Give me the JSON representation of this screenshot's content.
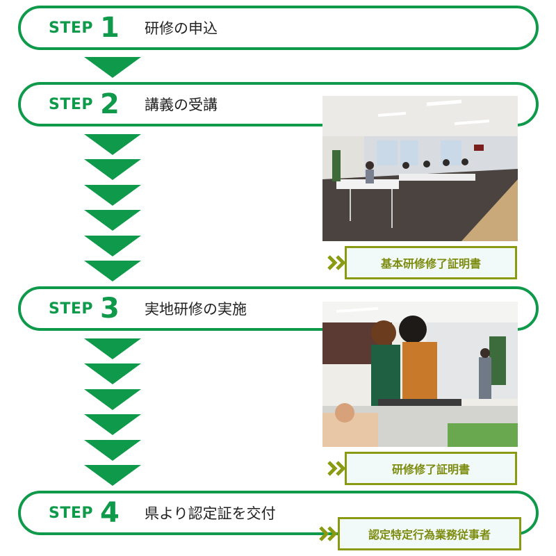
{
  "steps": [
    {
      "word": "STEP",
      "num": "1",
      "title": "研修の申込"
    },
    {
      "word": "STEP",
      "num": "2",
      "title": "講義の受講"
    },
    {
      "word": "STEP",
      "num": "3",
      "title": "実地研修の実施"
    },
    {
      "word": "STEP",
      "num": "4",
      "title": "県より認定証を交付"
    }
  ],
  "certificates": {
    "basic": "基本研修修了証明書",
    "training": "研修修了証明書",
    "final": "認定特定行為業務従事者"
  },
  "colors": {
    "green": "#0e9a4a",
    "olive": "#8a9a12",
    "badge_bg": "#f2f9f9"
  },
  "photos": [
    {
      "icon": "classroom-photo"
    },
    {
      "icon": "practical-training-photo"
    }
  ]
}
